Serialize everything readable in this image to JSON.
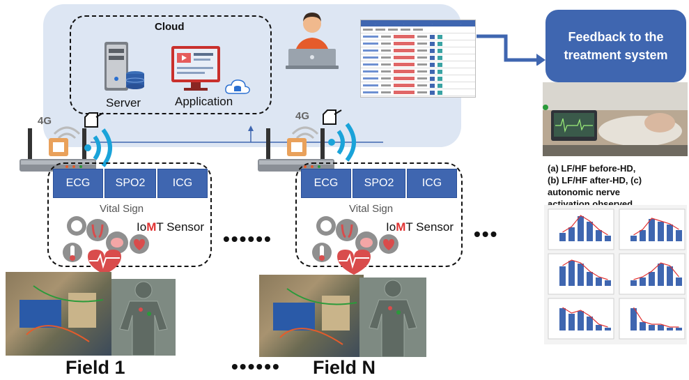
{
  "cloud": {
    "title": "Cloud",
    "server_label": "Server",
    "application_label": "Application"
  },
  "network": {
    "label_4g": "4G"
  },
  "fields": [
    {
      "sensors": [
        "ECG",
        "SPO2",
        "ICG"
      ],
      "vital_sign": "Vital Sign",
      "iomt_prefix": "Io",
      "iomt_m": "M",
      "iomt_suffix": "T Sensor",
      "label": "Field 1"
    },
    {
      "sensors": [
        "ECG",
        "SPO2",
        "ICG"
      ],
      "vital_sign": "Vital Sign",
      "iomt_prefix": "Io",
      "iomt_m": "M",
      "iomt_suffix": "T Sensor",
      "label": "Field N"
    }
  ],
  "ellipsis": {
    "mid": "••••••",
    "right": "•••",
    "bottom": "••••••"
  },
  "feedback": {
    "line1": "Feedback to the",
    "line2": "treatment system"
  },
  "annotation": {
    "line1": "(a) LF/HF before-HD,",
    "line2": "(b) LF/HF after-HD, (c)",
    "line3": "autonomic nerve",
    "line4": "activation observed"
  },
  "colors": {
    "accent_blue": "#3f66b0",
    "cloud_bg": "#dde6f3",
    "wifi_cyan": "#1aa3d9",
    "heart_red": "#e03232"
  },
  "icons": [
    "server-icon",
    "application-monitor-icon",
    "cloud-database-icon",
    "user-laptop-icon",
    "router-icon",
    "wifi-signal-icon",
    "sim-card-icon",
    "heart-icon",
    "lungs-icon",
    "brain-icon",
    "thermometer-icon",
    "arrow-icon"
  ]
}
